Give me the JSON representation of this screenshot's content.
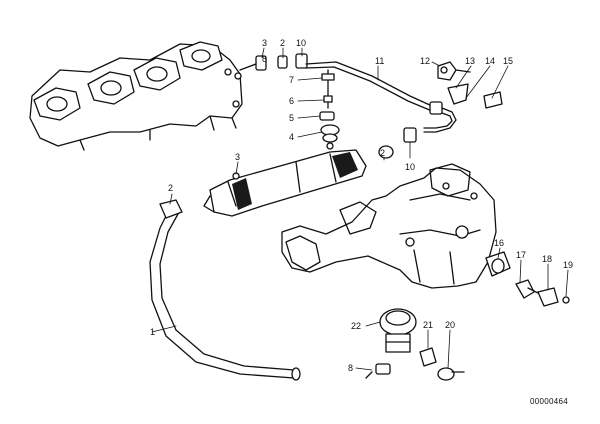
{
  "diagram": {
    "reference_number": "00000464",
    "callouts": [
      {
        "id": "c1",
        "label": "1"
      },
      {
        "id": "c2a",
        "label": "2"
      },
      {
        "id": "c2b",
        "label": "2"
      },
      {
        "id": "c2c",
        "label": "2"
      },
      {
        "id": "c3a",
        "label": "3"
      },
      {
        "id": "c3b",
        "label": "3"
      },
      {
        "id": "c4",
        "label": "4"
      },
      {
        "id": "c5",
        "label": "5"
      },
      {
        "id": "c6",
        "label": "6"
      },
      {
        "id": "c7",
        "label": "7"
      },
      {
        "id": "c8a",
        "label": "8"
      },
      {
        "id": "c8b",
        "label": "8"
      },
      {
        "id": "c10a",
        "label": "10"
      },
      {
        "id": "c10b",
        "label": "10"
      },
      {
        "id": "c11",
        "label": "11"
      },
      {
        "id": "c12",
        "label": "12"
      },
      {
        "id": "c13",
        "label": "13"
      },
      {
        "id": "c14",
        "label": "14"
      },
      {
        "id": "c15",
        "label": "15"
      },
      {
        "id": "c16",
        "label": "16"
      },
      {
        "id": "c17",
        "label": "17"
      },
      {
        "id": "c18",
        "label": "18"
      },
      {
        "id": "c19",
        "label": "19"
      },
      {
        "id": "c20",
        "label": "20"
      },
      {
        "id": "c21",
        "label": "21"
      },
      {
        "id": "c22",
        "label": "22"
      }
    ]
  }
}
